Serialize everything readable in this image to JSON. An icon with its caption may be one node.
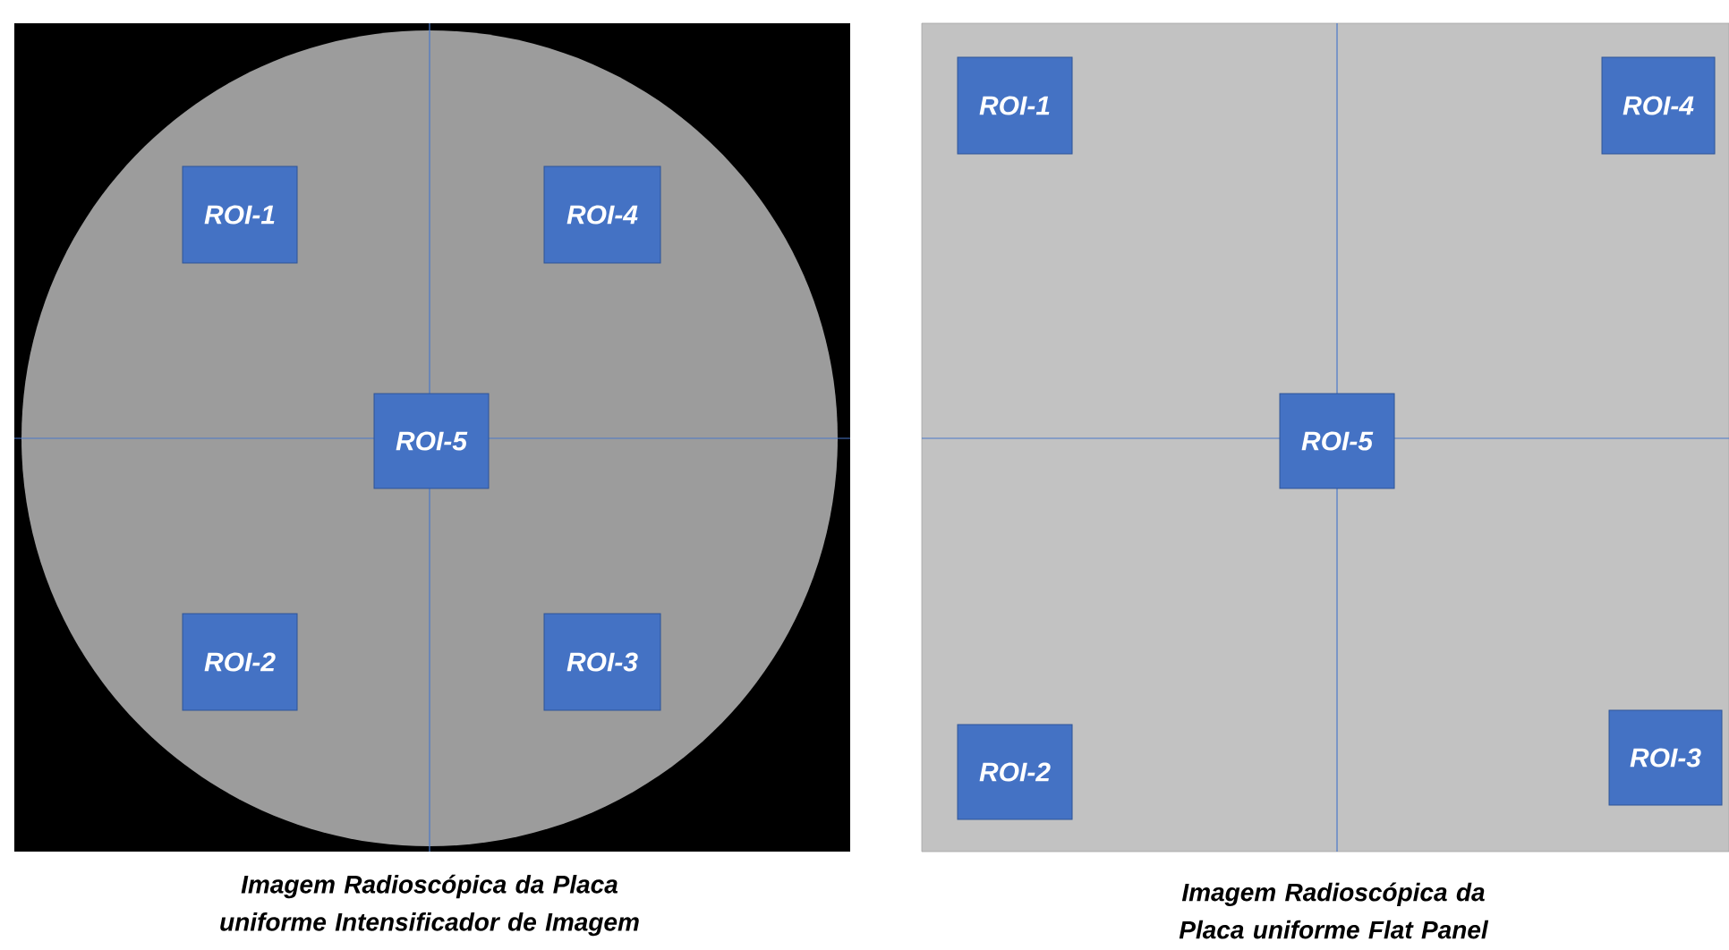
{
  "diagram": {
    "nodes": [
      {
        "text": [],
        "shape": "picture",
        "beside": [
          "Imagem Radioscópica da Placa uniforme Intensificador de Imagem"
        ]
      },
      {
        "text": [
          "ROI-1"
        ],
        "in": 0
      },
      {
        "text": [
          "ROI-4"
        ],
        "in": 0
      },
      {
        "text": [
          "ROI-5"
        ],
        "in": 0
      },
      {
        "text": [
          "ROI-2"
        ],
        "in": 0
      },
      {
        "text": [
          "ROI-3"
        ],
        "in": 0
      },
      {
        "text": [],
        "shape": "picture",
        "beside": [
          "Imagem Radioscópica da Placa uniforme Flat Panel"
        ]
      },
      {
        "text": [
          "ROI-1"
        ],
        "in": 6
      },
      {
        "text": [
          "ROI-4"
        ],
        "in": 6
      },
      {
        "text": [
          "ROI-5"
        ],
        "in": 6
      },
      {
        "text": [
          "ROI-2"
        ],
        "in": 6
      },
      {
        "text": [
          "ROI-3"
        ],
        "in": 6
      }
    ]
  }
}
